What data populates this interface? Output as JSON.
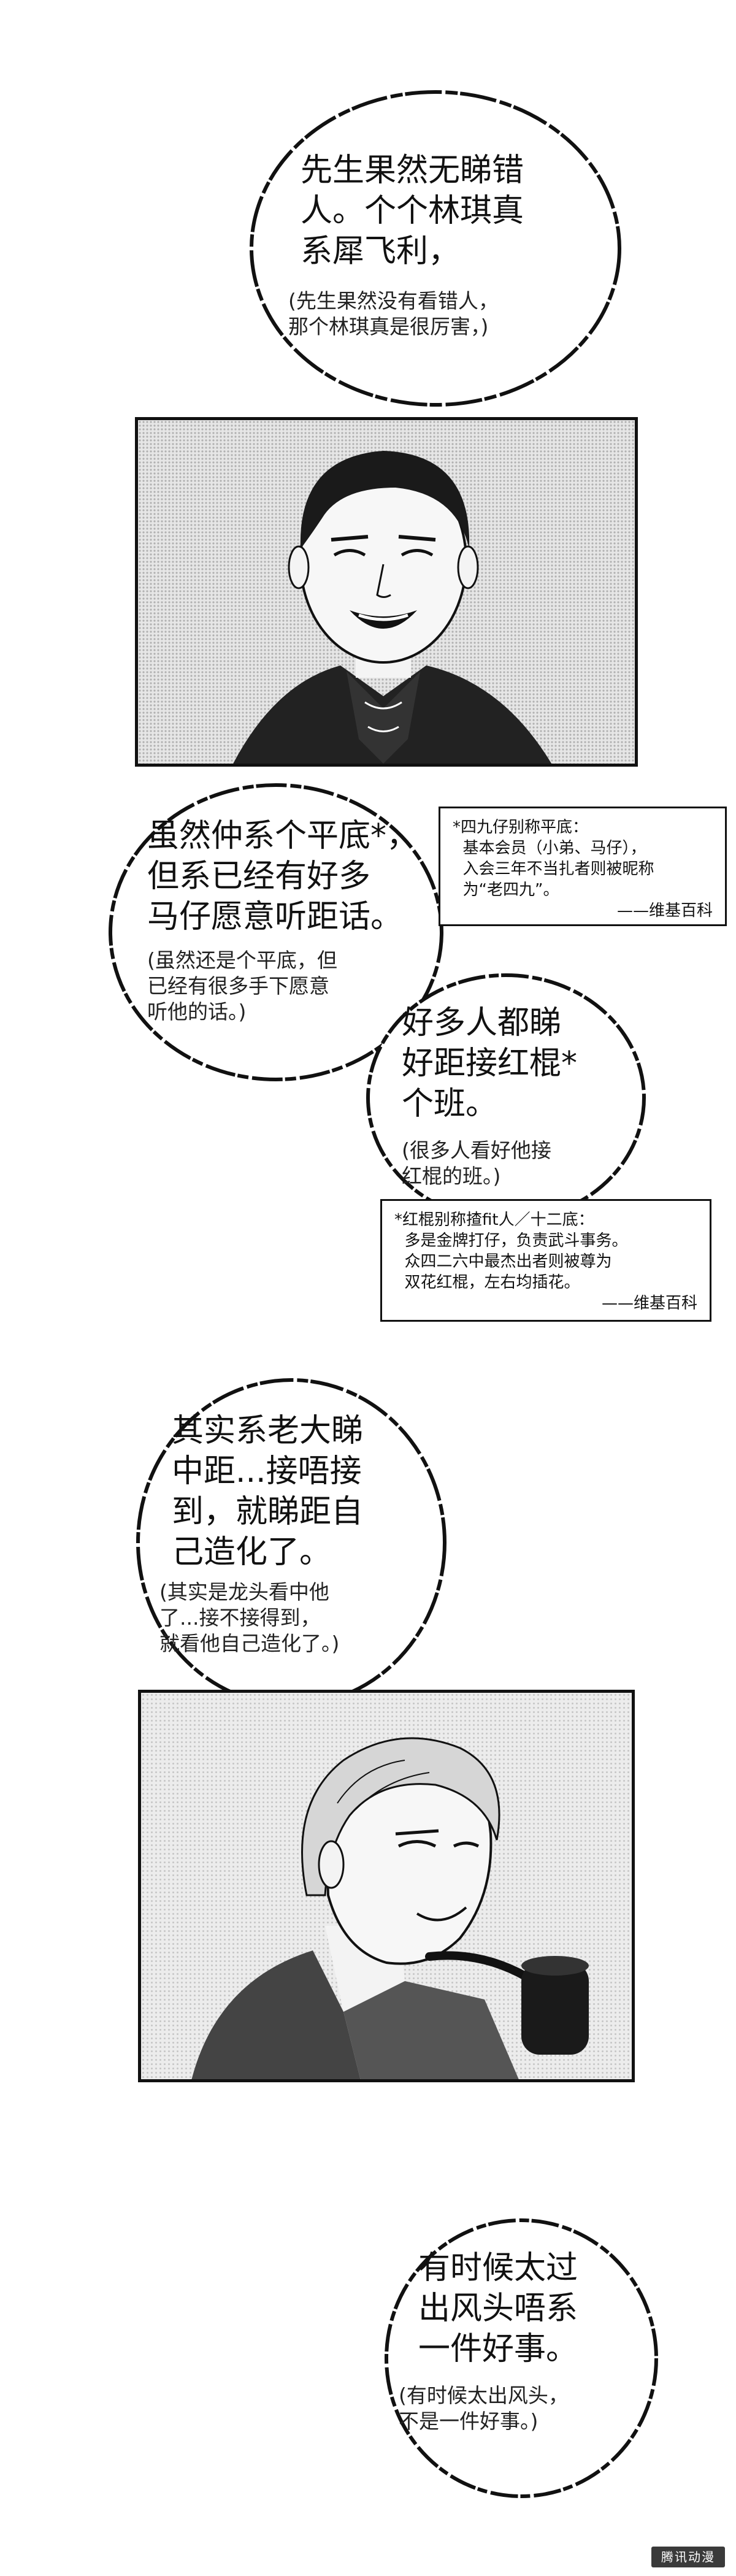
{
  "bubbles": [
    {
      "main": "先生果然无睇错\n人。个个林琪真\n系犀飞利，",
      "sub": "(先生果然没有看错人，\n那个林琪真是很厉害，)"
    },
    {
      "main": "虽然仲系个平底*，\n但系已经有好多\n马仔愿意听距话。",
      "sub": "(虽然还是个平底，但\n已经有很多手下愿意\n听他的话。)"
    },
    {
      "main": "好多人都睇\n好距接红棍*\n个班。",
      "sub": "(很多人看好他接\n红棍的班。)"
    },
    {
      "main": "其实系老大睇\n中距...接唔接\n到，就睇距自\n己造化了。",
      "sub": "(其实是龙头看中他\n了...接不接得到，\n就看他自己造化了。)"
    },
    {
      "main": "有时候太过\n出风头唔系\n一件好事。",
      "sub": "(有时候太出风头，\n不是一件好事。)"
    }
  ],
  "notes": [
    {
      "lines": [
        "*四九仔别称平底：",
        "  基本会员（小弟、马仔），",
        "  入会三年不当扎者则被昵称",
        "  为“老四九”。"
      ],
      "source": "——维基百科"
    },
    {
      "lines": [
        "*红棍别称揸fit人／十二底：",
        "  多是金牌打仔，负责武斗事务。",
        "  众四二六中最杰出者则被尊为",
        "  双花红棍，左右均插花。"
      ],
      "source": "——维基百科"
    }
  ],
  "watermark": {
    "text": "腾讯动漫"
  },
  "icons": {
    "panel1": "smiling-man-illustration",
    "panel2": "man-with-pipe-illustration"
  },
  "colors": {
    "ink": "#111111",
    "paper": "#ffffff",
    "screentone": "#cfcfcf"
  }
}
